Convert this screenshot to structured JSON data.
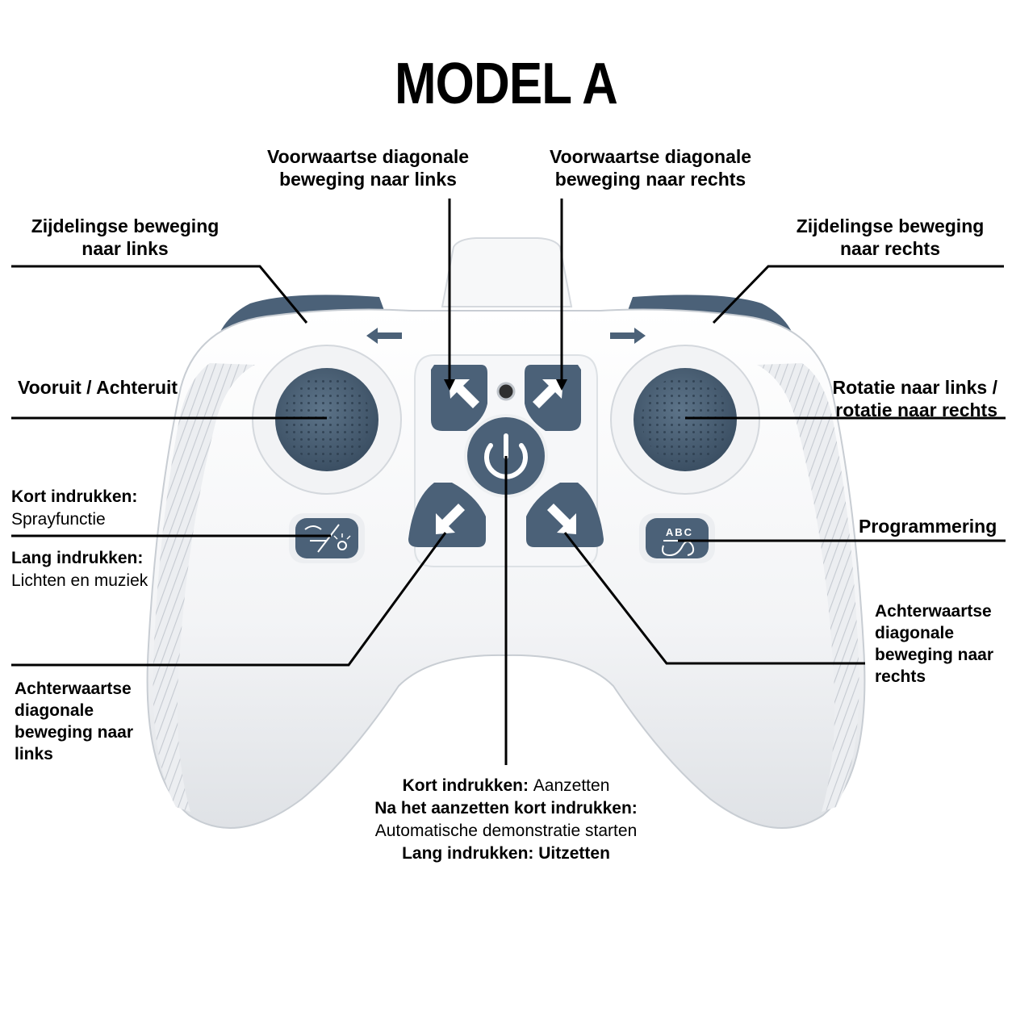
{
  "title": "MODEL A",
  "labels": {
    "fwd_diag_left": [
      "Voorwaartse diagonale",
      "beweging naar links"
    ],
    "fwd_diag_right": [
      "Voorwaartse diagonale",
      "beweging naar rechts"
    ],
    "side_left": [
      "Zijdelingse beweging",
      "naar links"
    ],
    "side_right": [
      "Zijdelingse beweging",
      "naar rechts"
    ],
    "forward_back": "Vooruit / Achteruit",
    "rotation": [
      "Rotatie naar links /",
      "rotatie naar rechts"
    ],
    "short_press_label": "Kort indrukken:",
    "short_press_value": "Sprayfunctie",
    "long_press_label": "Lang indrukken:",
    "long_press_value": "Lichten en muziek",
    "programming": "Programmering",
    "back_diag_right": [
      "Achterwaartse",
      "diagonale",
      "beweging naar",
      "rechts"
    ],
    "back_diag_left": [
      "Achterwaartse",
      "diagonale",
      "beweging naar",
      "links"
    ],
    "power": {
      "line1_label": "Kort indrukken:",
      "line1_value": "Aanzetten",
      "line2": "Na het aanzetten kort indrukken:",
      "line3": "Automatische demonstratie starten",
      "line4": "Lang indrukken: Uitzetten"
    }
  },
  "buttons": {
    "programming_text": "ABC"
  },
  "colors": {
    "controller_body": "#f4f5f7",
    "button_blue": "#4b6178",
    "leader_line": "#000000"
  }
}
